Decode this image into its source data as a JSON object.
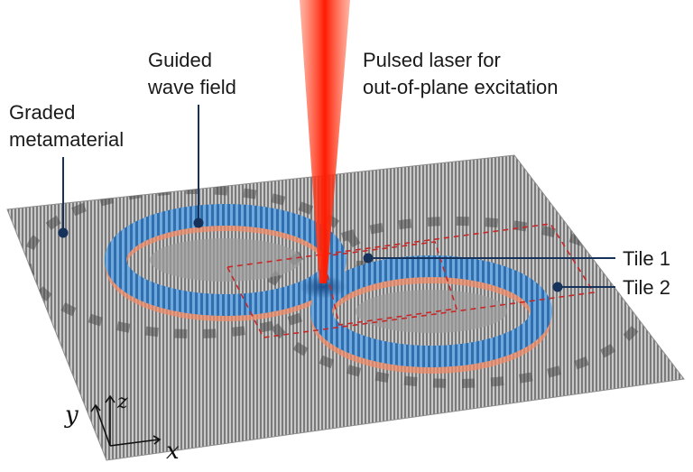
{
  "labels": {
    "graded_line1": "Graded",
    "graded_line2": "metamaterial",
    "guided_line1": "Guided",
    "guided_line2": "wave field",
    "laser_line1": "Pulsed laser for",
    "laser_line2": "out-of-plane excitation",
    "tile1": "Tile 1",
    "tile2": "Tile 2"
  },
  "axes": {
    "x": "x",
    "y": "y",
    "z": "z"
  },
  "colors": {
    "plate": "#9a9a9a",
    "laser": "#ff2200",
    "leader": "#17325a",
    "tile_box": "#c62828",
    "wave_blue": "#3f86c6",
    "wave_orange": "#f08c6a"
  }
}
